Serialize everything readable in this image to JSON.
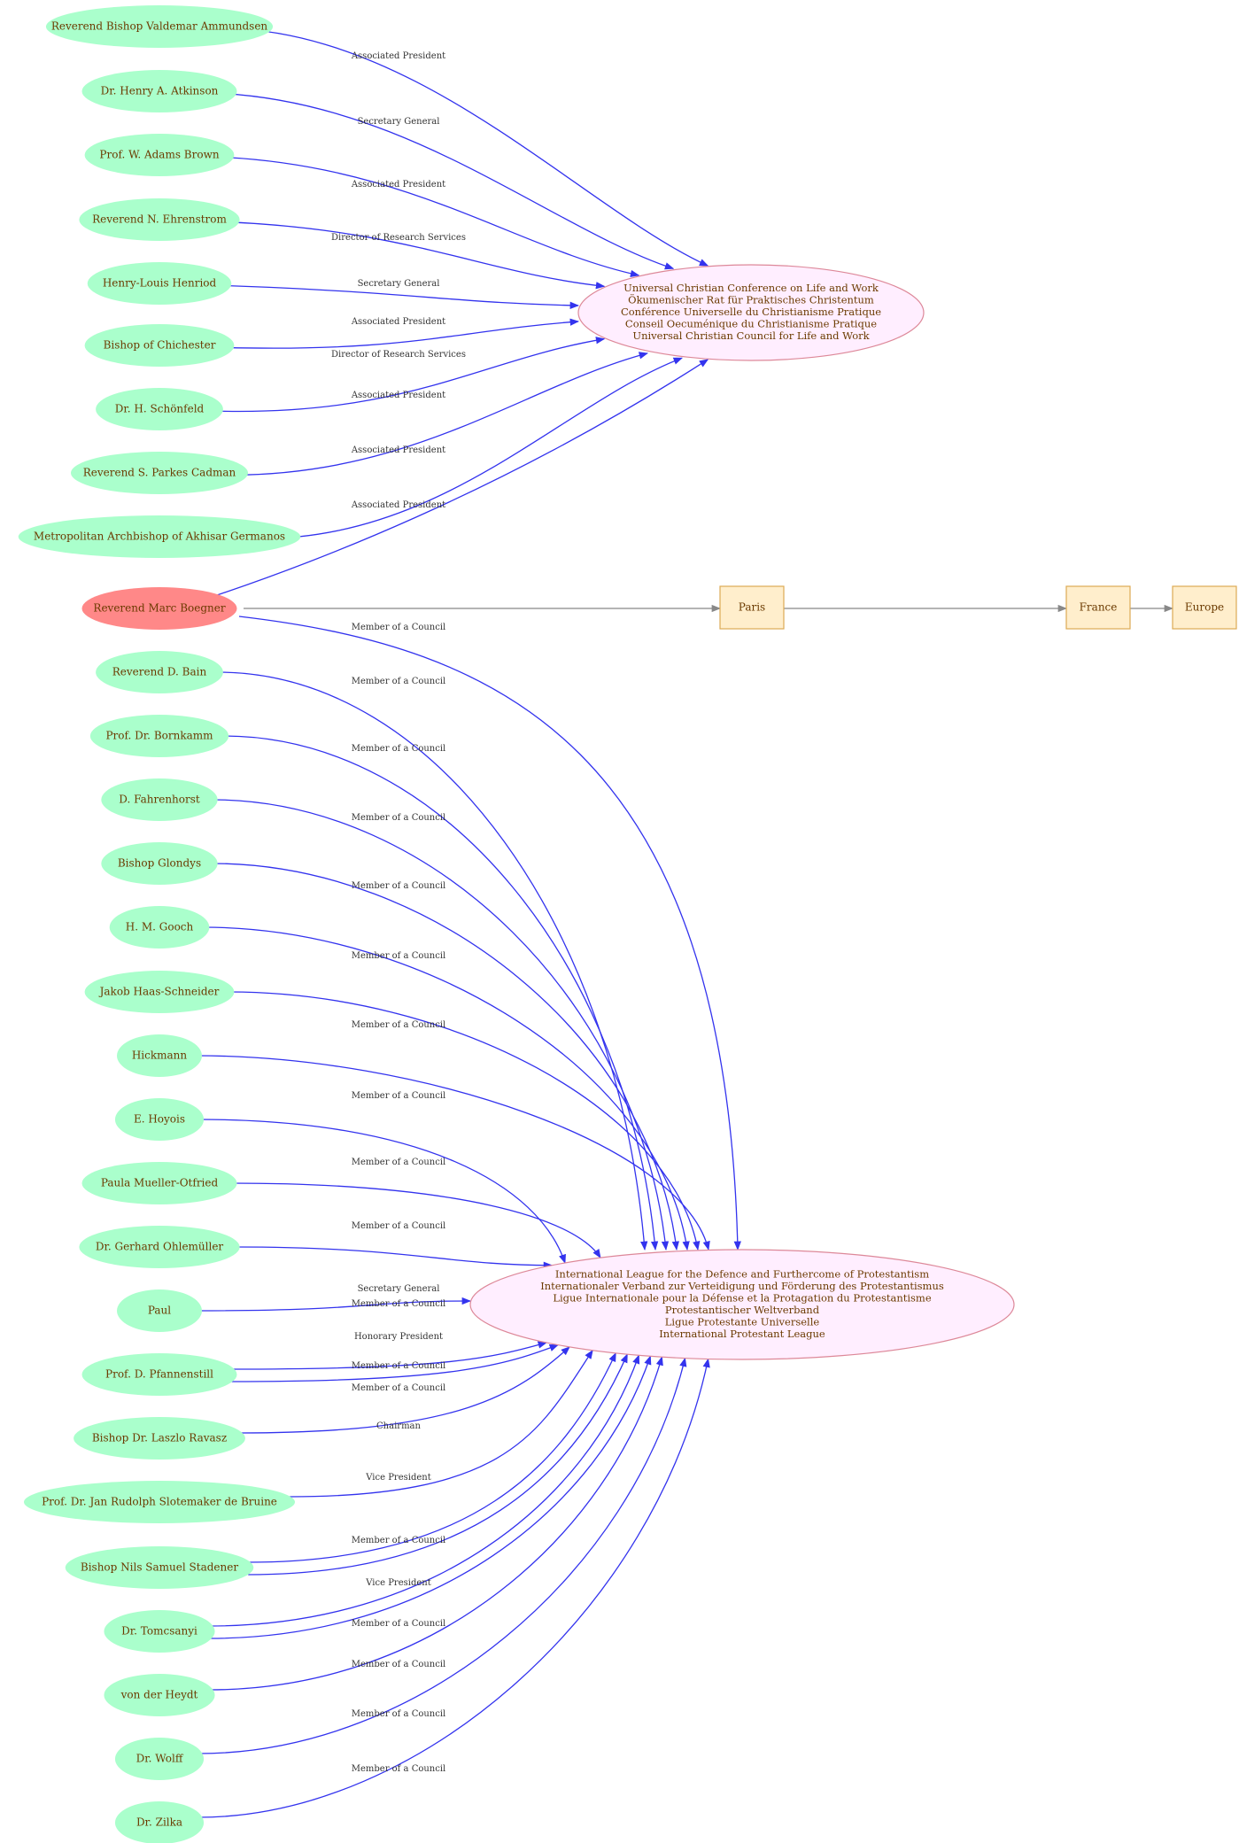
{
  "colors": {
    "person_fill": "#aaffcc",
    "focus_fill": "#ff8888",
    "org_fill": "#ffeeff",
    "org_stroke": "#dd8899",
    "place_fill": "#ffeecc",
    "place_stroke": "#ddaa55",
    "edge_blue": "#3333ee",
    "edge_gray": "#888888",
    "label_text": "#6b3a00"
  },
  "organizations": {
    "life_work": [
      "Universal Christian Conference on Life and Work",
      "Ökumenischer Rat für Praktisches Christentum",
      "Conférence Universelle du Christianisme Pratique",
      "Conseil Oecuménique du Christianisme Pratique",
      "Universal Christian Council for Life and Work"
    ],
    "league": [
      "International League for the Defence and Furthercome of Protestantism",
      "Internationaler Verband zur Verteidigung und Förderung des Protestantismus",
      "Ligue Internationale pour la Défense et la Protagation du Protestantisme",
      "Protestantischer Weltverband",
      "Ligue Protestante Universelle",
      "International Protestant League"
    ]
  },
  "places": [
    "Paris",
    "France",
    "Europe"
  ],
  "focus_person": "Reverend Marc Boegner",
  "people_life_work": [
    {
      "name": "Reverend Bishop Valdemar Ammundsen",
      "role": "Associated President"
    },
    {
      "name": "Dr. Henry A. Atkinson",
      "role": "Secretary General"
    },
    {
      "name": "Prof. W. Adams Brown",
      "role": "Associated President"
    },
    {
      "name": "Reverend N. Ehrenstrom",
      "role": "Director of Research Services"
    },
    {
      "name": "Henry-Louis Henriod",
      "role": "Secretary General"
    },
    {
      "name": "Bishop of Chichester",
      "role": "Associated President"
    },
    {
      "name": "Dr. H. Schönfeld",
      "role": "Director of Research Services"
    },
    {
      "name": "Reverend S. Parkes Cadman",
      "role": "Associated President"
    },
    {
      "name": "Metropolitan Archbishop of  Akhisar Germanos",
      "role": "Associated President"
    }
  ],
  "focus_roles": {
    "life_work": "Associated President",
    "league": "Member of a Council"
  },
  "people_league": [
    {
      "name": "Reverend D. Bain",
      "roles": [
        "Member of a Council"
      ]
    },
    {
      "name": "Prof. Dr. Bornkamm",
      "roles": [
        "Member of a Council"
      ]
    },
    {
      "name": "D. Fahrenhorst",
      "roles": [
        "Member of a Council"
      ]
    },
    {
      "name": "Bishop Glondys",
      "roles": [
        "Member of a Council"
      ]
    },
    {
      "name": "H. M. Gooch",
      "roles": [
        "Member of a Council"
      ]
    },
    {
      "name": "Jakob Haas-Schneider",
      "roles": [
        "Member of a Council"
      ]
    },
    {
      "name": "Hickmann",
      "roles": [
        "Member of a Council"
      ]
    },
    {
      "name": "E. Hoyois",
      "roles": [
        "Member of a Council"
      ]
    },
    {
      "name": "Paula Mueller-Otfried",
      "roles": [
        "Member of a Council"
      ]
    },
    {
      "name": "Dr. Gerhard Ohlemüller",
      "roles": [
        "Secretary General"
      ]
    },
    {
      "name": "Paul",
      "roles": [
        "Member of a Council"
      ]
    },
    {
      "name": "Prof. D. Pfannenstill",
      "roles": [
        "Honorary President",
        "Member of a Council"
      ]
    },
    {
      "name": "Bishop Dr. Laszlo Ravasz",
      "roles": [
        "Member of a Council"
      ]
    },
    {
      "name": "Prof. Dr. Jan Rudolph Slotemaker de Bruine",
      "roles": [
        "Chairman"
      ]
    },
    {
      "name": "Bishop Nils Samuel Stadener",
      "roles": [
        "Vice President",
        "Member of a Council"
      ]
    },
    {
      "name": "Dr. Tomcsanyi",
      "roles": [
        "Vice President",
        "Member of a Council"
      ]
    },
    {
      "name": "von der Heydt",
      "roles": [
        "Member of a Council"
      ]
    },
    {
      "name": "Dr. Wolff",
      "roles": [
        "Member of a Council"
      ]
    },
    {
      "name": "Dr. Zilka",
      "roles": [
        "Member of a Council"
      ]
    }
  ]
}
